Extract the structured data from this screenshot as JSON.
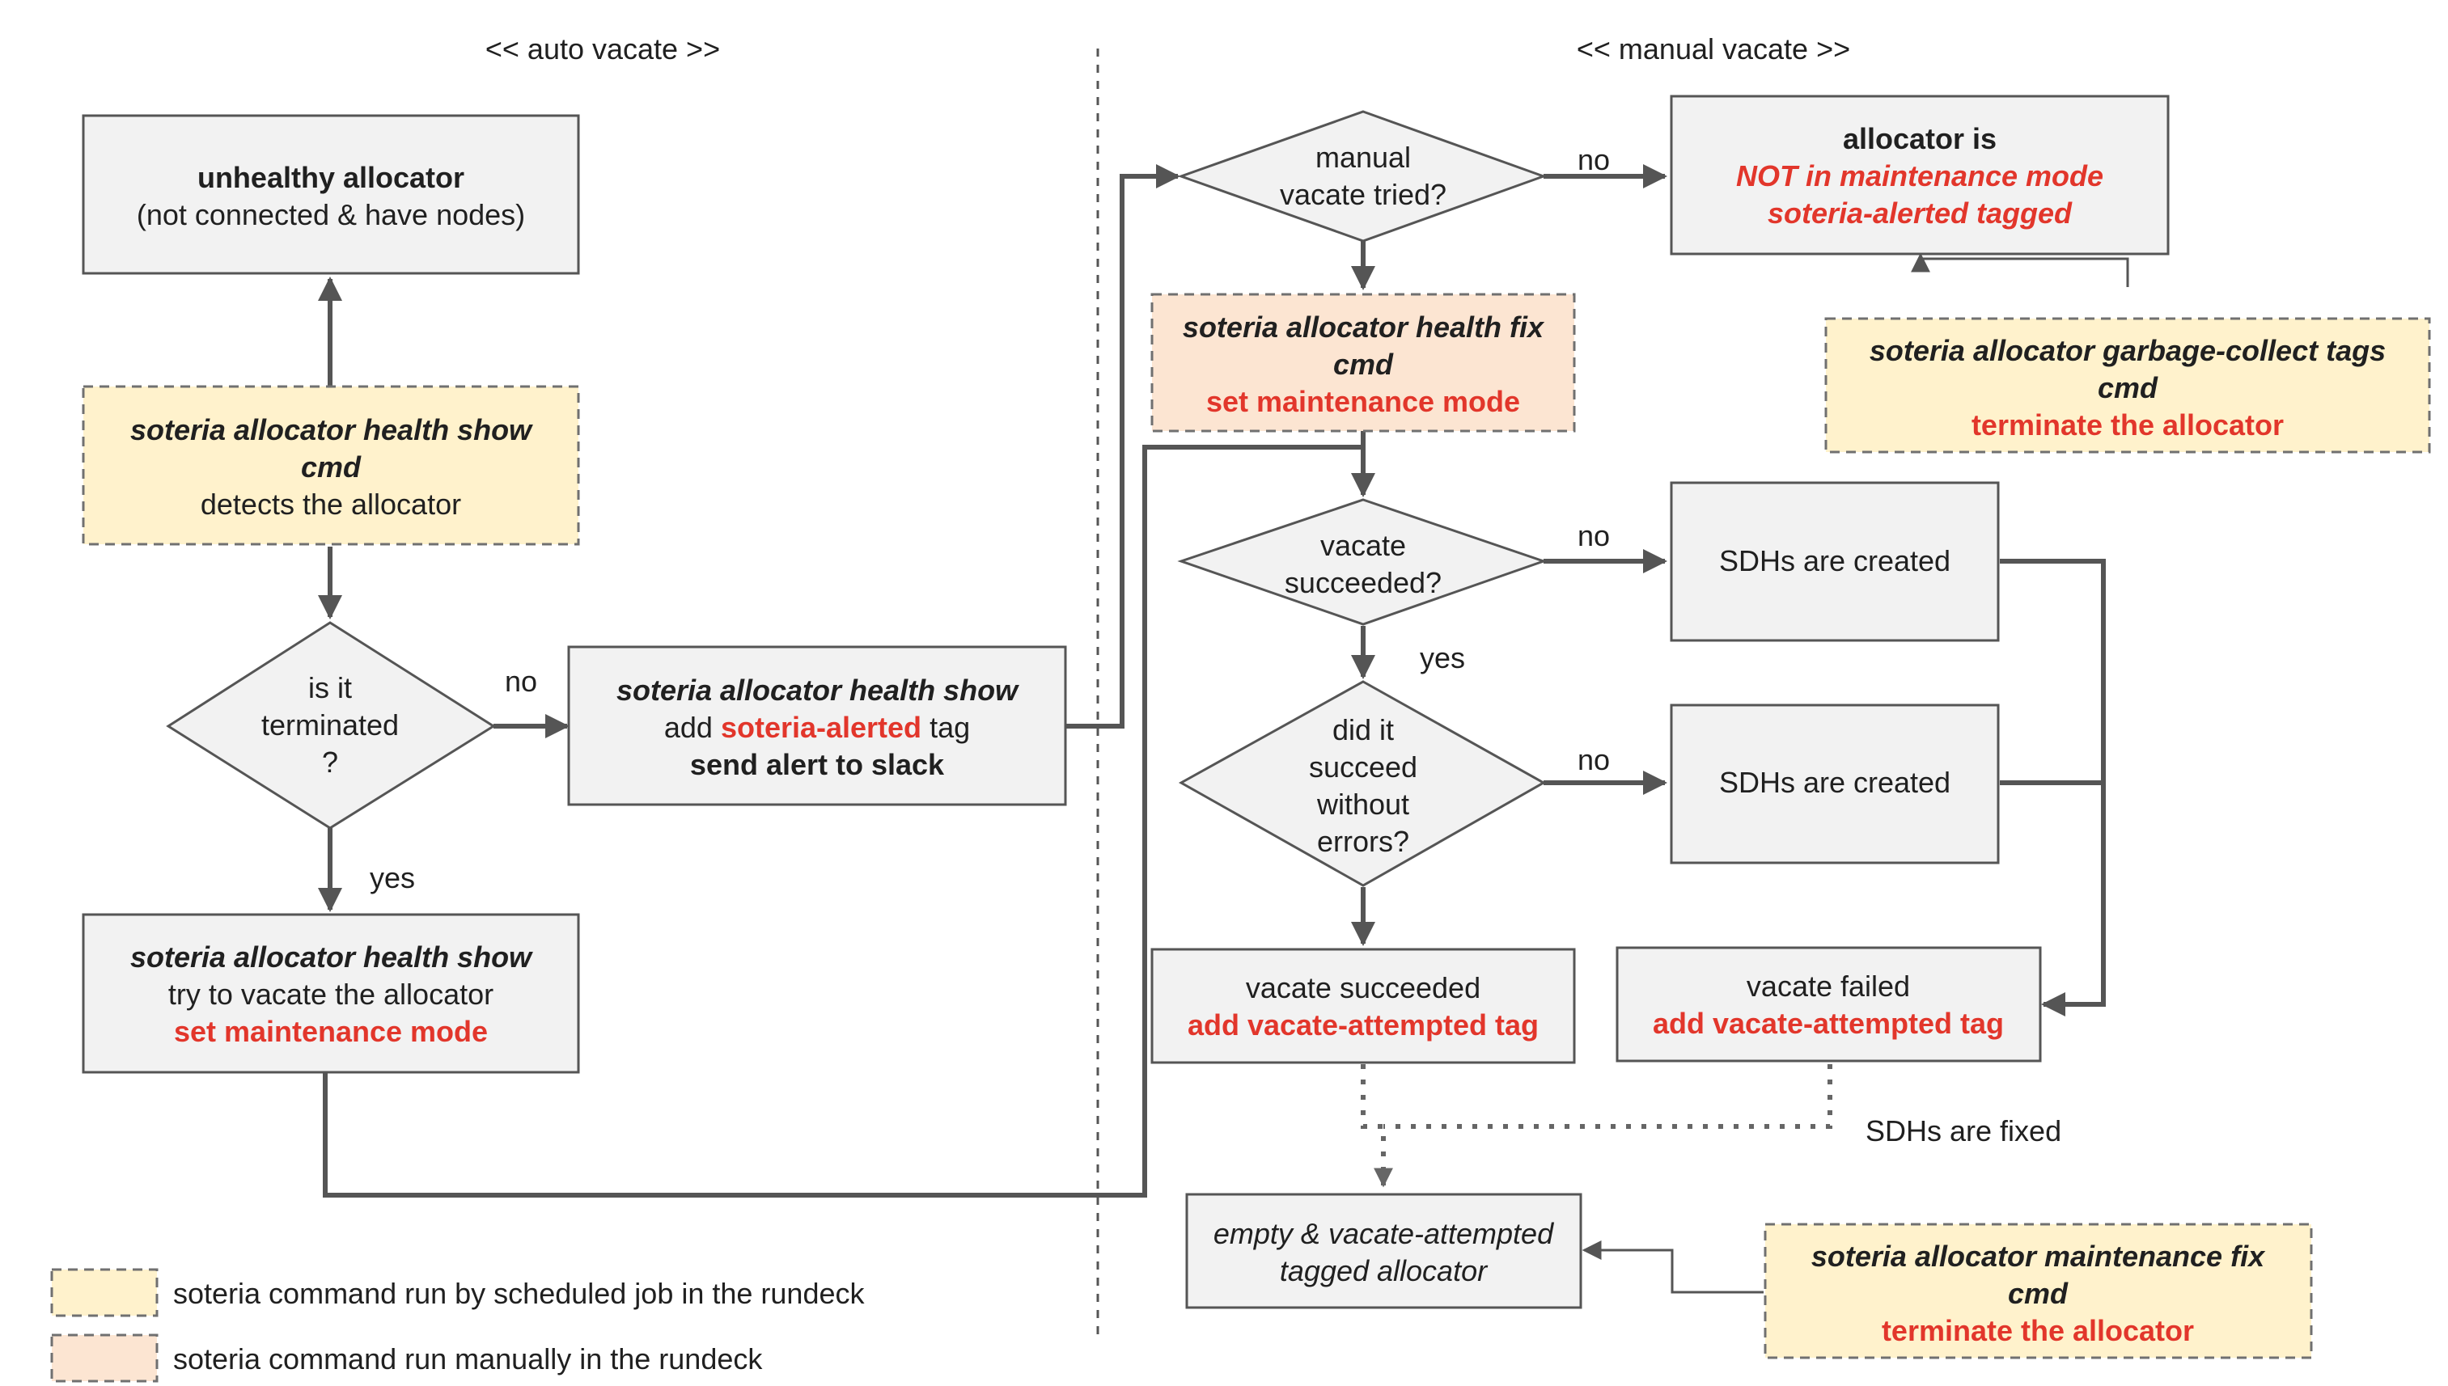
{
  "headers": {
    "auto": "<< auto vacate >>",
    "manual": "<< manual vacate >>"
  },
  "auto": {
    "unhealthy": {
      "line1": "unhealthy allocator",
      "line2": "(not connected & have nodes)"
    },
    "detect": {
      "line1": "soteria allocator health show",
      "line2": "cmd",
      "line3": "detects the allocator"
    },
    "terminated_q": {
      "line1": "is it",
      "line2": "terminated",
      "line3": "?"
    },
    "no_label": "no",
    "yes_label": "yes",
    "alert": {
      "line1": "soteria allocator health show",
      "line2_pre": "add ",
      "line2_red": "soteria-alerted",
      "line2_post": " tag",
      "line3": "send alert to slack"
    },
    "vacate_try": {
      "line1": "soteria allocator health show",
      "line2": "try to vacate the allocator",
      "line3": "set maintenance mode"
    }
  },
  "manual": {
    "tried_q": {
      "line1": "manual",
      "line2": "vacate tried?"
    },
    "no1": "no",
    "not_maint": {
      "line1": "allocator is",
      "line2": "NOT in maintenance mode",
      "line3": "soteria-alerted tagged"
    },
    "gc": {
      "line1": "soteria allocator garbage-collect tags",
      "line2": "cmd",
      "line3": "terminate the allocator"
    },
    "fix": {
      "line1": "soteria allocator health fix",
      "line2": "cmd",
      "line3": "set maintenance mode"
    },
    "succeeded_q": {
      "line1": "vacate",
      "line2": "succeeded?"
    },
    "no2": "no",
    "sdh1": "SDHs are created",
    "yes2": "yes",
    "noerr_q": {
      "line1": "did it",
      "line2": "succeed",
      "line3": "without",
      "line4": "errors?"
    },
    "no3": "no",
    "sdh2": "SDHs are created",
    "vac_ok": {
      "line1": "vacate succeeded",
      "line2": "add vacate-attempted tag"
    },
    "vac_fail": {
      "line1": "vacate failed",
      "line2": "add vacate-attempted tag"
    },
    "sdh_fixed": "SDHs are fixed",
    "empty": {
      "line1": "empty & vacate-attempted",
      "line2": "tagged allocator"
    },
    "maint_fix": {
      "line1": "soteria allocator maintenance fix",
      "line2": "cmd",
      "line3": "terminate the allocator"
    }
  },
  "legend": {
    "scheduled": "soteria command run by scheduled job in the rundeck",
    "manual": "soteria command run manually in the rundeck"
  },
  "colors": {
    "highlight_red": "#e2362b",
    "scheduled_fill": "#fff2cc",
    "manual_fill": "#fce5d2",
    "node_fill": "#f2f2f2"
  }
}
